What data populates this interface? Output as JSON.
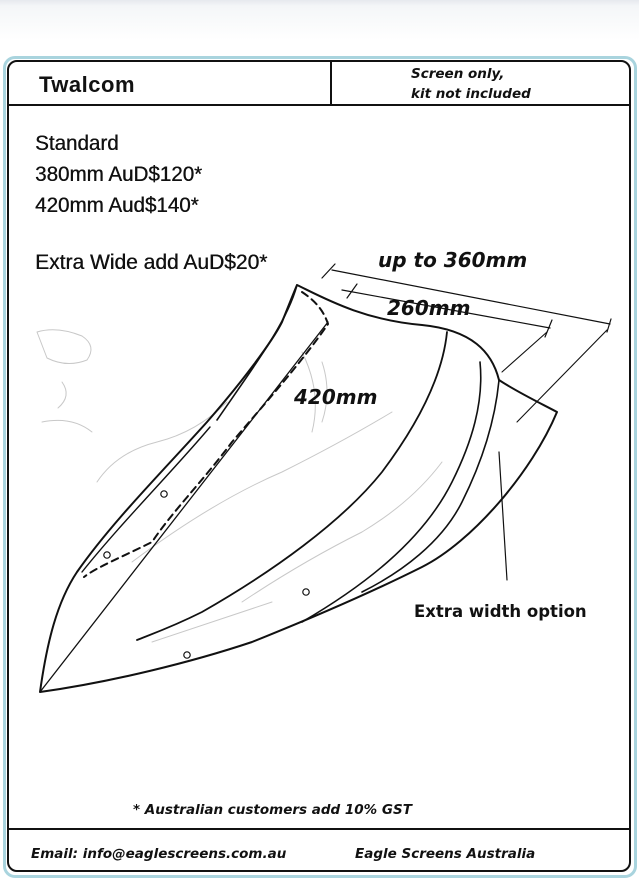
{
  "header": {
    "brand": "Twalcom",
    "note_line1": "Screen only,",
    "note_line2": "kit not included"
  },
  "pricing": {
    "heading": "Standard",
    "line_380": "380mm AuD$120*",
    "line_420": "420mm Aud$140*",
    "extra_wide": "Extra Wide add AuD$20*"
  },
  "diagram": {
    "width_extra": "up to 360mm",
    "width_standard": "260mm",
    "height": "420mm",
    "extra_width_label": "Extra width option"
  },
  "footnote": "* Australian customers add 10% GST",
  "footer": {
    "email": "Email: info@eaglescreens.com.au",
    "company": "Eagle Screens Australia"
  },
  "colors": {
    "card_border": "#a9d4de",
    "ink": "#111111"
  }
}
